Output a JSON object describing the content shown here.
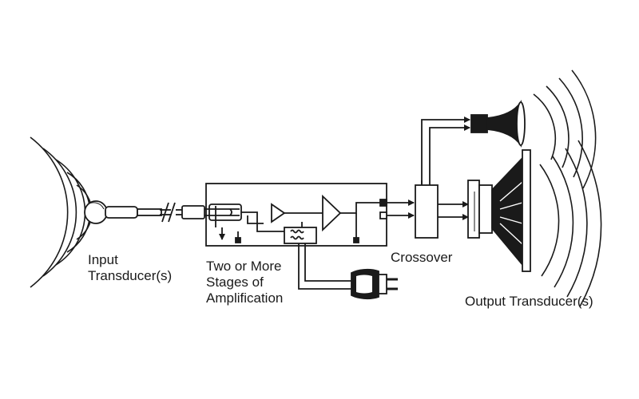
{
  "labels": {
    "input_line1": "Input",
    "input_line2": "Transducer(s)",
    "amp_line1": "Two or More",
    "amp_line2": "Stages of",
    "amp_line3": "Amplification",
    "crossover": "Crossover",
    "output": "Output Transducer(s)"
  },
  "colors": {
    "ink": "#1a1a1a",
    "fill": "#ffffff"
  }
}
